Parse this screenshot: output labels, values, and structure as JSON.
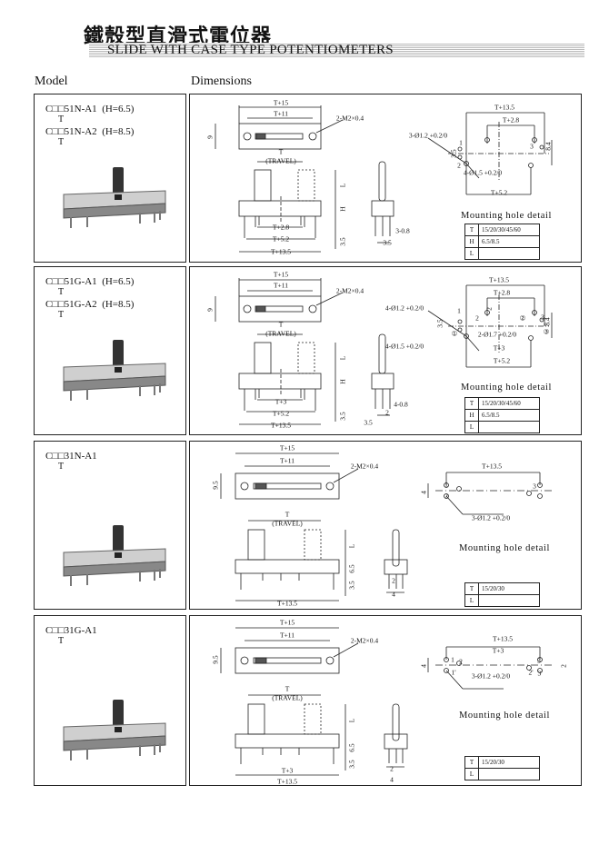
{
  "header": {
    "title_cn": "鐵殼型直滑式電位器",
    "title_en": "SLIDE WITH CASE TYPE POTENTIOMETERS"
  },
  "columns": {
    "model": "Model",
    "dimensions": "Dimensions"
  },
  "sections": [
    {
      "models": [
        {
          "code": "C□□51N-A1",
          "h": "(H=6.5)",
          "sub": "T"
        },
        {
          "code": "C□□51N-A2",
          "h": "(H=8.5)",
          "sub": "T"
        }
      ],
      "labels": {
        "t15": "T+15",
        "t11": "T+11",
        "screw": "2-M2×0.4",
        "w": "9",
        "travel_t": "T",
        "travel": "(TRAVEL)",
        "L": "L",
        "H": "H",
        "p35": "3.5",
        "pa": "T+2.8",
        "pb": "T+5.2",
        "pc": "T+13.5",
        "pin": "3-0.8",
        "e35": "3.5",
        "m135": "T+13.5",
        "m28": "T+2.8",
        "hole1": "3-Ø1.2 +0.2/0",
        "hole2": "4-Ø1.5 +0.2/0",
        "m84": "8.4",
        "m35": "3.5",
        "m52": "T+5.2",
        "n1": "1",
        "n2": "2",
        "n3": "3"
      },
      "mount_title": "Mounting hole detail",
      "table": [
        [
          "T",
          "15/20/30/45/60"
        ],
        [
          "H",
          "6.5/8.5"
        ],
        [
          "L",
          ""
        ]
      ]
    },
    {
      "models": [
        {
          "code": "C□□51G-A1",
          "h": "(H=6.5)",
          "sub": "T"
        },
        {
          "code": "C□□51G-A2",
          "h": "(H=8.5)",
          "sub": "T"
        }
      ],
      "labels": {
        "t15": "T+15",
        "t11": "T+11",
        "screw": "2-M2×0.4",
        "w": "9",
        "travel_t": "T",
        "travel": "(TRAVEL)",
        "L": "L",
        "H": "H",
        "p35": "3.5",
        "pa": "T+3",
        "pb": "T+5.2",
        "pc": "T+13.5",
        "pin": "4-0.8",
        "e35": "3.5",
        "e2": "2",
        "m135": "T+13.5",
        "m28": "T+2.8",
        "hole1": "4-Ø1.2 +0.2/0",
        "hole2": "4-Ø1.5 +0.2/0",
        "hole3": "2-Ø1.7 +0.2/0",
        "m3": "T+3",
        "m84": "8.4",
        "m35": "3.5",
        "m2": "2",
        "m52": "T+5.2",
        "n1": "1",
        "n2": "2",
        "n3": "3",
        "c1": "①",
        "c2": "②",
        "c3": "③"
      },
      "mount_title": "Mounting hole detail",
      "table": [
        [
          "T",
          "15/20/30/45/60"
        ],
        [
          "H",
          "6.5/8.5"
        ],
        [
          "L",
          ""
        ]
      ]
    },
    {
      "models": [
        {
          "code": "C□□31N-A1",
          "h": "",
          "sub": "T"
        }
      ],
      "labels": {
        "t15": "T+15",
        "t11": "T+11",
        "screw": "2-M2×0.4",
        "w": "9.5",
        "travel_t": "T",
        "travel": "(TRAVEL)",
        "L": "L",
        "h65": "6.5",
        "p35": "3.5",
        "pc": "T+13.5",
        "e2": "2",
        "e4": "4",
        "m135": "T+13.5",
        "m4": "4",
        "hole1": "3-Ø1.2 +0.2/0",
        "n1": "1",
        "n2": "2",
        "n3": "3"
      },
      "mount_title": "Mounting hole detail",
      "table": [
        [
          "T",
          "15/20/30"
        ],
        [
          "L",
          ""
        ]
      ]
    },
    {
      "models": [
        {
          "code": "C□□31G-A1",
          "h": "",
          "sub": "T"
        }
      ],
      "labels": {
        "t15": "T+15",
        "t11": "T+11",
        "screw": "2-M2×0.4",
        "w": "9.5",
        "travel_t": "T",
        "travel": "(TRAVEL)",
        "L": "L",
        "h65": "6.5",
        "p35": "3.5",
        "pa": "T+3",
        "pc": "T+13.5",
        "e2": "2",
        "e4": "4",
        "m135": "T+13.5",
        "m3": "T+3",
        "m4": "4",
        "m2": "2",
        "hole1": "3-Ø1.2 +0.2/0",
        "n1": "1",
        "n1p": "1'",
        "n2": "2",
        "n2p": "2'",
        "n3": "3",
        "n3p": "3'"
      },
      "mount_title": "Mounting hole detail",
      "table": [
        [
          "T",
          "15/20/30"
        ],
        [
          "L",
          ""
        ]
      ]
    }
  ]
}
